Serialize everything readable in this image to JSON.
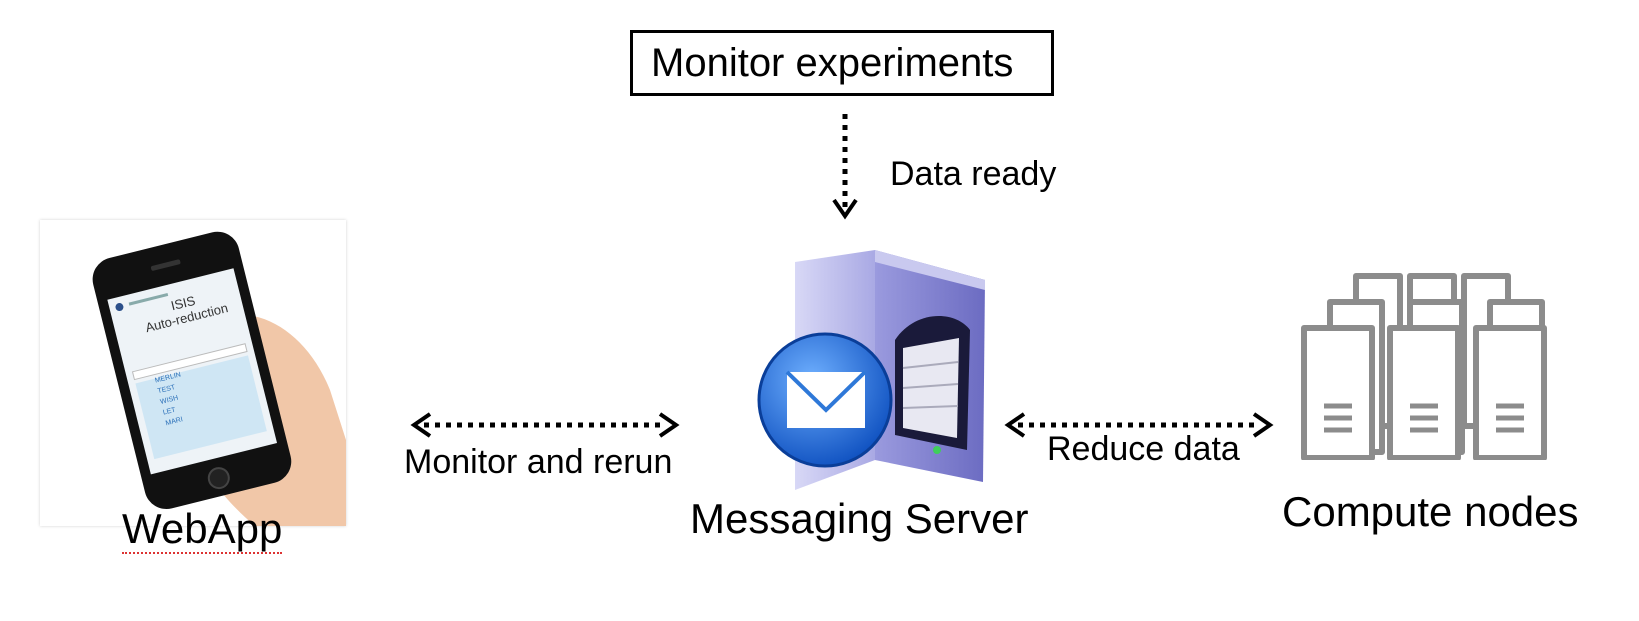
{
  "monitor_box": {
    "label": "Monitor experiments"
  },
  "edges": {
    "data_ready": "Data ready",
    "monitor_and_rerun": "Monitor and rerun",
    "reduce_data": "Reduce data"
  },
  "nodes": {
    "webapp": {
      "caption": "WebApp",
      "icon": "phone-icon"
    },
    "messaging_server": {
      "caption": "Messaging Server",
      "icon": "mail-server-icon"
    },
    "compute_nodes": {
      "caption": "Compute nodes",
      "icon": "server-rack-icon"
    }
  },
  "phone_screen": {
    "title_line1": "ISIS",
    "title_line2": "Auto-reduction",
    "items": [
      "MERLIN",
      "TEST",
      "WISH",
      "LET",
      "MARI"
    ]
  },
  "colors": {
    "arrow": "#000000",
    "server_purple": "#8f8fd6",
    "mail_blue": "#1f66d9",
    "rack_gray": "#8c8c8c"
  }
}
